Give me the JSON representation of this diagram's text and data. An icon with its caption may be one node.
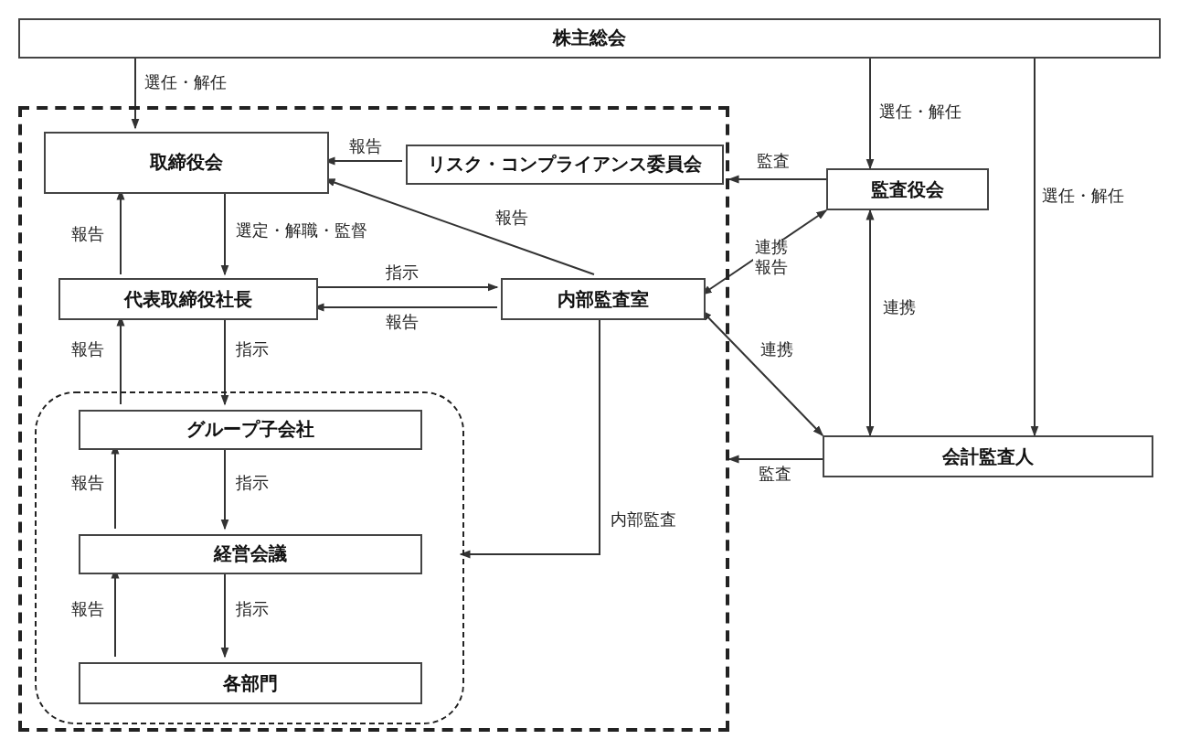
{
  "diagram": {
    "nodes": [
      {
        "text": [
          "株主総会"
        ]
      },
      {
        "text": [],
        "shape": "box"
      },
      {
        "text": [
          "取締役会"
        ],
        "in": 1
      },
      {
        "text": [
          "リスク・コンプライアンス委員会"
        ],
        "in": 1
      },
      {
        "text": [
          "代表取締役社長"
        ],
        "in": 1
      },
      {
        "text": [
          "内部監査室"
        ],
        "in": 1
      },
      {
        "text": [],
        "shape": "rounded",
        "in": 1
      },
      {
        "text": [
          "グループ子会社"
        ],
        "in": 6
      },
      {
        "text": [
          "経営会議"
        ],
        "in": 6
      },
      {
        "text": [
          "各部門"
        ],
        "in": 6
      },
      {
        "text": [
          "監査役会"
        ]
      },
      {
        "text": [
          "会計監査人"
        ]
      }
    ],
    "edges": [
      {
        "from": 0,
        "to": 2,
        "arrow": "to",
        "label": "選任・解任"
      },
      {
        "from": 0,
        "to": 10,
        "arrow": "to",
        "label": "選任・解任"
      },
      {
        "from": 0,
        "to": 11,
        "arrow": "to",
        "label": "選任・解任"
      },
      {
        "from": 3,
        "to": 2,
        "arrow": "to",
        "label": "報告"
      },
      {
        "from": 10,
        "to": 1,
        "arrow": "to",
        "label": "監査"
      },
      {
        "from": 5,
        "to": 2,
        "arrow": "to",
        "label": "報告"
      },
      {
        "from": 2,
        "to": 4,
        "arrow": "to",
        "label": "選定・解職・監督"
      },
      {
        "from": 4,
        "to": 2,
        "arrow": "to",
        "label": "報告"
      },
      {
        "from": 4,
        "to": 5,
        "arrow": "to",
        "label": "指示"
      },
      {
        "from": 5,
        "to": 4,
        "arrow": "to",
        "label": "報告"
      },
      {
        "from": 10,
        "to": 5,
        "arrow": "both",
        "label": "連携報告"
      },
      {
        "from": 11,
        "to": 5,
        "arrow": "both",
        "label": "連携"
      },
      {
        "from": 10,
        "to": 11,
        "arrow": "both",
        "label": "連携"
      },
      {
        "from": 11,
        "to": 1,
        "arrow": "to",
        "label": "監査"
      },
      {
        "from": 4,
        "to": 7,
        "arrow": "to",
        "label": "指示"
      },
      {
        "from": 7,
        "to": 4,
        "arrow": "to",
        "label": "報告"
      },
      {
        "from": 7,
        "to": 8,
        "arrow": "to",
        "label": "指示"
      },
      {
        "from": 8,
        "to": 7,
        "arrow": "to",
        "label": "報告"
      },
      {
        "from": 8,
        "to": 9,
        "arrow": "to",
        "label": "指示"
      },
      {
        "from": 9,
        "to": 8,
        "arrow": "to",
        "label": "報告"
      },
      {
        "from": 5,
        "to": 6,
        "arrow": "to",
        "label": "内部監査"
      }
    ]
  }
}
